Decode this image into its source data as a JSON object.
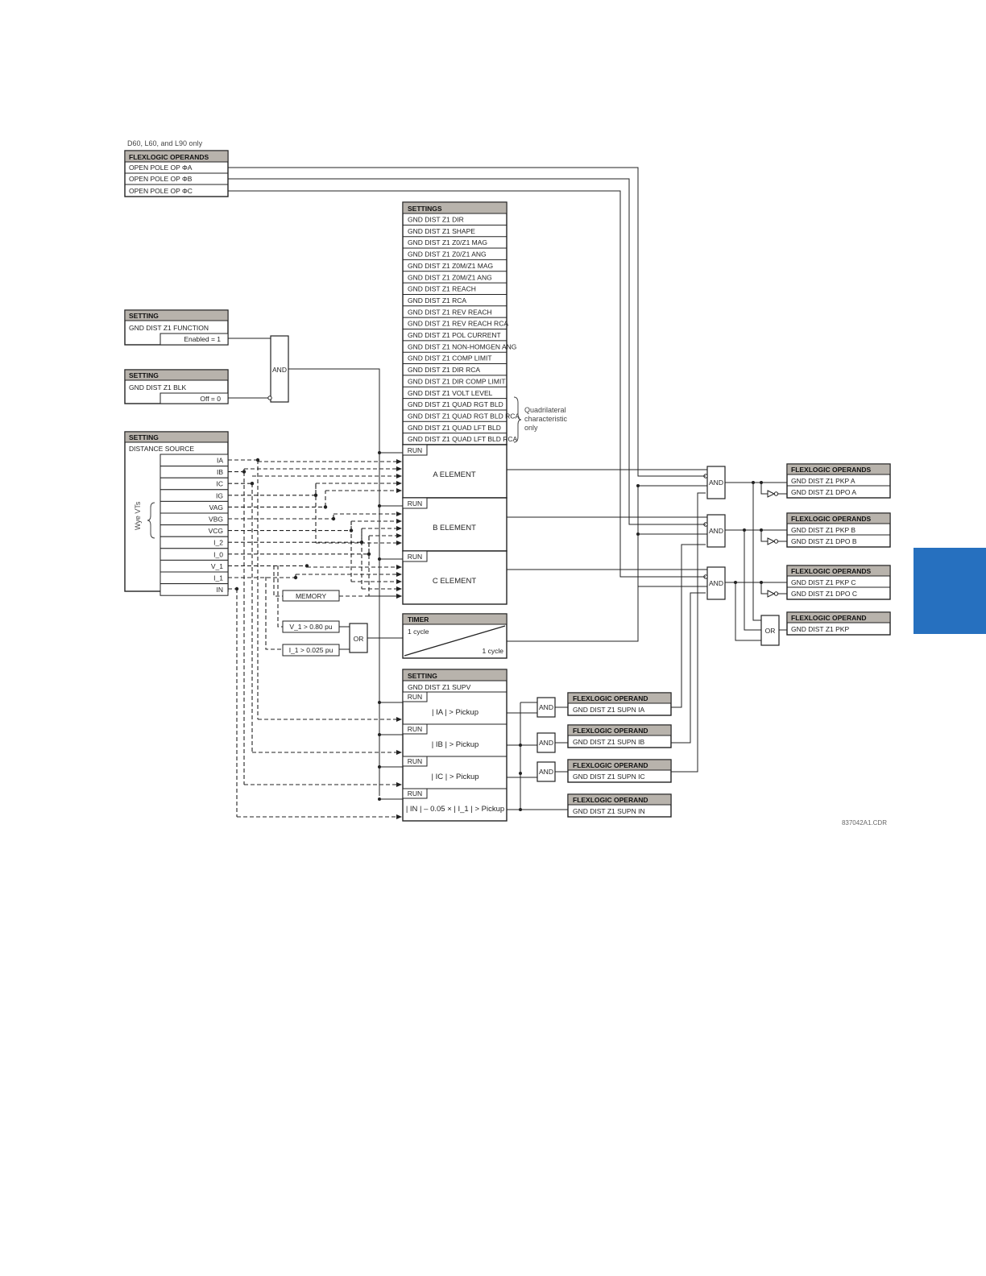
{
  "page": {
    "side_tab_color": "#2670bf",
    "header_fill": "#b8b3ac"
  },
  "note_top": "D60, L60, and L90 only",
  "open_pole": {
    "header": "FLEXLOGIC OPERANDS",
    "rows": [
      "OPEN POLE OP ΦA",
      "OPEN POLE OP ΦB",
      "OPEN POLE OP ΦC"
    ]
  },
  "settings_block": {
    "header": "SETTINGS",
    "rows": [
      "GND DIST Z1 DIR",
      "GND DIST Z1 SHAPE",
      "GND DIST Z1 Z0/Z1 MAG",
      "GND DIST Z1 Z0/Z1 ANG",
      "GND DIST Z1 Z0M/Z1 MAG",
      "GND DIST Z1 Z0M/Z1 ANG",
      "GND DIST Z1 REACH",
      "GND DIST Z1 RCA",
      "GND DIST Z1 REV REACH",
      "GND DIST Z1 REV REACH RCA",
      "GND DIST Z1 POL CURRENT",
      "GND DIST Z1 NON-HOMGEN ANG",
      "GND DIST Z1 COMP LIMIT",
      "GND DIST Z1 DIR RCA",
      "GND DIST Z1 DIR COMP LIMIT",
      "GND DIST Z1 VOLT LEVEL",
      "GND DIST Z1  QUAD RGT BLD",
      "GND DIST Z1 QUAD RGT BLD RCA",
      "GND DIST Z1 QUAD LFT BLD",
      "GND  DIST Z1 QUAD LFT BLD RCA"
    ]
  },
  "quad_note": [
    "Quadrilateral",
    "characteristic",
    "only"
  ],
  "function_setting": {
    "header": "SETTING",
    "name": "GND DIST Z1 FUNCTION",
    "value": "Enabled = 1"
  },
  "blk_setting": {
    "header": "SETTING",
    "name": "GND DIST Z1 BLK",
    "value": "Off = 0"
  },
  "source_setting": {
    "header": "SETTING",
    "name": "DISTANCE SOURCE",
    "signals": [
      "IA",
      "IB",
      "IC",
      "IG",
      "VAG",
      "VBG",
      "VCG",
      "I_2",
      "I_0",
      "V_1",
      "I_1",
      "IN"
    ],
    "vts_label": "Wye VTs"
  },
  "gates": {
    "and": "AND",
    "or": "OR"
  },
  "run_label": "RUN",
  "elements": [
    "A ELEMENT",
    "B ELEMENT",
    "C ELEMENT"
  ],
  "memory": "MEMORY",
  "v1_cond": "V_1 > 0.80 pu",
  "i1_cond": "I_1 > 0.025 pu",
  "timer": {
    "header": "TIMER",
    "pickup": "1 cycle",
    "dropout": "1 cycle"
  },
  "supv_setting": {
    "header": "SETTING",
    "name": "GND DIST Z1 SUPV",
    "conditions": [
      "| IA | > Pickup",
      "| IB | > Pickup",
      "| IC | > Pickup",
      "| IN | – 0.05 × | I_1 | > Pickup"
    ]
  },
  "supn_outputs": [
    {
      "header": "FLEXLOGIC OPERAND",
      "value": "GND DIST Z1 SUPN IA"
    },
    {
      "header": "FLEXLOGIC OPERAND",
      "value": "GND DIST Z1 SUPN IB"
    },
    {
      "header": "FLEXLOGIC OPERAND",
      "value": "GND DIST Z1 SUPN IC"
    },
    {
      "header": "FLEXLOGIC OPERAND",
      "value": "GND DIST Z1 SUPN IN"
    }
  ],
  "pkp_outputs": [
    {
      "header": "FLEXLOGIC OPERANDS",
      "pkp": "GND DIST Z1 PKP A",
      "dpo": "GND DIST Z1 DPO A"
    },
    {
      "header": "FLEXLOGIC OPERANDS",
      "pkp": "GND DIST Z1 PKP B",
      "dpo": "GND DIST Z1 DPO B"
    },
    {
      "header": "FLEXLOGIC OPERANDS",
      "pkp": "GND DIST Z1 PKP C",
      "dpo": "GND DIST Z1 DPO C"
    }
  ],
  "pkp_total": {
    "header": "FLEXLOGIC OPERAND",
    "value": "GND DIST Z1 PKP"
  },
  "figure_id": "837042A1.CDR"
}
